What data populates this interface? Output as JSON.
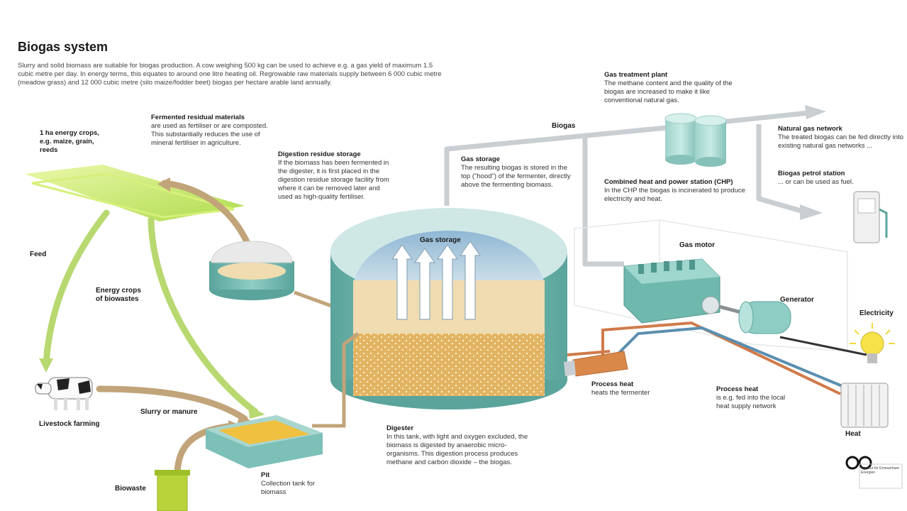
{
  "title": "Biogas system",
  "intro": "Slurry and solid biomass are suitable for biogas production. A cow weighing 500 kg can be used to achieve e.g. a gas yield of maximum 1.5 cubic metre per day. In energy terms, this equates to around one litre heating oil. Regrowable raw materials supply between 6 000 cubic metre (meadow grass) and 12 000 cubic metre (silo maize/fodder beet) biogas per hectare arable land annually.",
  "labels": {
    "energy_crops_field": {
      "title": "1 ha energy crops,\ne.g. maize, grain,\nreeds",
      "text": ""
    },
    "fermented_residual": {
      "title": "Fermented residual materials",
      "text": "are used as fertiliser or are composted. This substantially reduces the use of mineral fertiliser in agriculture."
    },
    "digestion_residue": {
      "title": "Digestion residue storage",
      "text": "If the biomass has been fermented in the digester, it is first placed in the digestion residue storage facility from where it can be removed later and used as high-quality fertiliser."
    },
    "gas_storage": {
      "title": "Gas storage",
      "text": "The resulting biogas is stored in the top (\"hood\") of the fermenter, directly above the fermenting biomass."
    },
    "gas_treatment": {
      "title": "Gas treatment plant",
      "text": "The methane content and the quality of the biogas are increased to make it like conventional natural gas."
    },
    "chp": {
      "title": "Combined heat and power station (CHP)",
      "text": "In the CHP the biogas is incinerated to produce electricity and heat."
    },
    "natural_gas_network": {
      "title": "Natural gas network",
      "text": "The treated biogas can be fed directly into existing natural gas networks ..."
    },
    "biogas_petrol_station": {
      "title": "Biogas petrol station",
      "text": "... or can be used as fuel."
    },
    "process_heat_fermenter": {
      "title": "Process heat",
      "text": "heats the fermenter"
    },
    "process_heat_network": {
      "title": "Process heat",
      "text": "is e.g. fed into the local heat supply network"
    },
    "digester": {
      "title": "Digester",
      "text": "In this tank, with light and oxygen excluded, the biomass is digested by anaerobic micro-organisms. This digestion process produces methane and carbon dioxide – the biogas."
    },
    "pit": {
      "title": "Pit",
      "text": "Collection tank for biomass"
    }
  },
  "captions": {
    "feed": "Feed",
    "energy_crops_biowastes": "Energy crops\nof biowastes",
    "livestock_farming": "Livestock farming",
    "slurry_or_manure": "Slurry or manure",
    "biowaste": "Biowaste",
    "biogas": "Biogas",
    "gas_storage_inner": "Gas storage",
    "gas_motor": "Gas motor",
    "generator": "Generator",
    "electricity": "Electricity",
    "heat": "Heat"
  },
  "logo_text": "Agentur für Erneuerbare Energien",
  "colors": {
    "tank_teal": "#7cc0b8",
    "tank_dark": "#5aa49c",
    "gas_blue": "#a8c8dd",
    "biomass_light": "#f0dcb0",
    "biomass_dark": "#e0b35a",
    "pipe_grey": "#c8cdd0",
    "heat_orange": "#d07a4a",
    "heat_blue": "#5a8fb0",
    "crop_green": "#b8e04a",
    "arrow_green": "#b8d870",
    "arrow_brown": "#c2a47a"
  }
}
